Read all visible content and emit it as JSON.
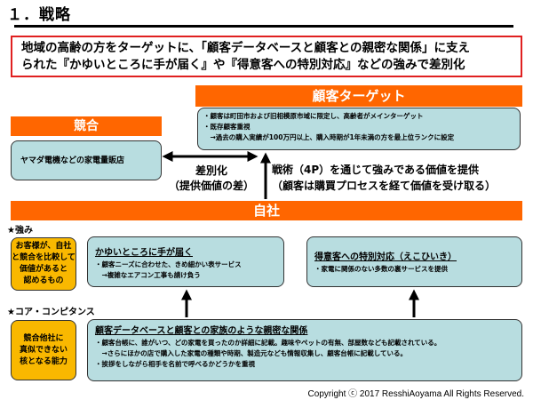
{
  "title": "１．戦略",
  "summary": {
    "line1": "地域の高齢の方をターゲットに、「顧客データベースと顧客との親密な関係」に支え",
    "line2": "られた『かゆいところに手が届く』や『得意客への特別対応』などの強みで差別化"
  },
  "target": {
    "header": "顧客ターゲット",
    "lines": [
      "・顧客は町田市および旧相模原市域に限定し、高齢者がメインターゲット",
      "・既存顧客重視",
      "　→過去の購入実績が100万円以上、購入時期が1年未満の方を最上位ランクに設定"
    ]
  },
  "competitor": {
    "header": "競合",
    "body": "ヤマダ電機などの家電量販店"
  },
  "differentiation": {
    "line1": "差別化",
    "line2": "（提供価値の差）"
  },
  "tactics": {
    "line1": "戦術（4P）を通じて強みである価値を提供",
    "line2": "（顧客は購買プロセスを経て価値を受け取る）"
  },
  "self": {
    "header": "自社"
  },
  "strengths": {
    "label": "★強み",
    "definition": [
      "お客様が、自社",
      "と競合を比較して",
      "価値があると",
      "認めるもの"
    ],
    "items": [
      {
        "heading": "かゆいところに手が届く",
        "lines": [
          "・顧客ニーズに合わせた、きめ細かい表サービス",
          "　→複雑なエアコン工事も請け負う"
        ]
      },
      {
        "heading": "得意客への特別対応（えこひいき）",
        "lines": [
          "・家電に関係のない多数の裏サービスを提供"
        ]
      }
    ]
  },
  "core_competence": {
    "label": "★コア・コンピタンス",
    "definition": [
      "競合他社に",
      "真似できない",
      "核となる能力"
    ],
    "heading": "顧客データベースと顧客との家族のような親密な関係",
    "lines": [
      "・顧客台帳に、誰がいつ、どの家電を買ったのか詳細に記載。趣味やペットの有無、部屋数なども記載されている。",
      "　→さらにほかの店で購入した家電の種類や時期、製造元なども情報収集し、顧客台帳に記載している。",
      "・挨拶をしながら相手を名前で呼べるかどうかを重視"
    ]
  },
  "copyright": "Copyright ⓒ 2017 ResshiAoyama All Rights Reserved.",
  "colors": {
    "orange": "#ff6600",
    "light_blue": "#b8dde0",
    "yellow": "#f9b800",
    "red_border": "#e02020"
  }
}
